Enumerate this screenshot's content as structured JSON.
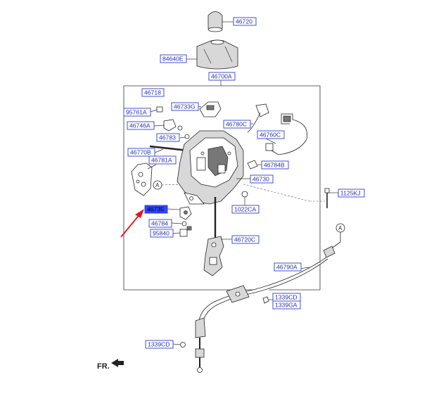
{
  "parts": [
    {
      "id": "p1",
      "code": "46720"
    },
    {
      "id": "p2",
      "code": "84640E"
    },
    {
      "id": "p3",
      "code": "46700A"
    },
    {
      "id": "p4",
      "code": "46718"
    },
    {
      "id": "p5",
      "code": "95761A"
    },
    {
      "id": "p6",
      "code": "46733G"
    },
    {
      "id": "p7",
      "code": "46780C"
    },
    {
      "id": "p8",
      "code": "46746A"
    },
    {
      "id": "p9",
      "code": "46760C"
    },
    {
      "id": "p10",
      "code": "46783"
    },
    {
      "id": "p11",
      "code": "46770B"
    },
    {
      "id": "p12",
      "code": "46781A"
    },
    {
      "id": "p13",
      "code": "46784B"
    },
    {
      "id": "p14",
      "code": "46730"
    },
    {
      "id": "p15",
      "code": "1125KJ"
    },
    {
      "id": "p16",
      "code": "46735",
      "highlighted": true
    },
    {
      "id": "p17",
      "code": "1022CA"
    },
    {
      "id": "p18",
      "code": "46784"
    },
    {
      "id": "p19",
      "code": "95840"
    },
    {
      "id": "p20",
      "code": "46720C"
    },
    {
      "id": "p21",
      "code": "46790A"
    },
    {
      "id": "p22",
      "code": "1339CD"
    },
    {
      "id": "p23",
      "code": "1339GA"
    },
    {
      "id": "p24",
      "code": "1339CD"
    }
  ],
  "reference_marks": [
    "A",
    "A"
  ],
  "direction_label": "FR.",
  "colors": {
    "label_text": "#2b2fae",
    "label_border": "#3f50d6",
    "highlight_fill": "#2e44ff",
    "arrow": "#e8141b"
  }
}
